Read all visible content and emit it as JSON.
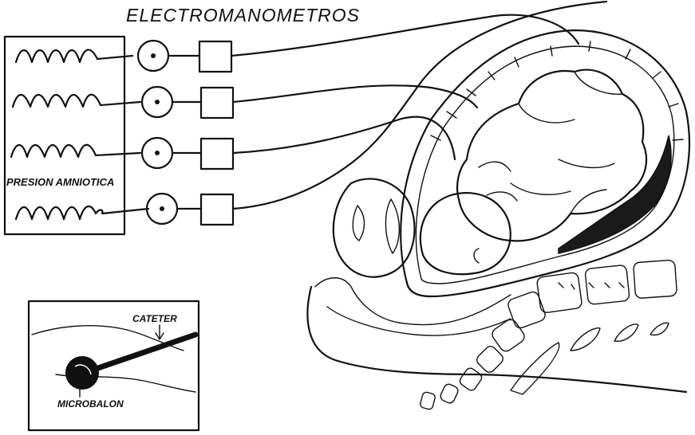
{
  "figure": {
    "title": "ELECTROMANOMETROS",
    "monitor_label": "PRESION AMNIOTICA",
    "inset_labels": {
      "catheter": "CATETER",
      "balloon": "MICROBALON"
    },
    "channel_count": 4
  }
}
